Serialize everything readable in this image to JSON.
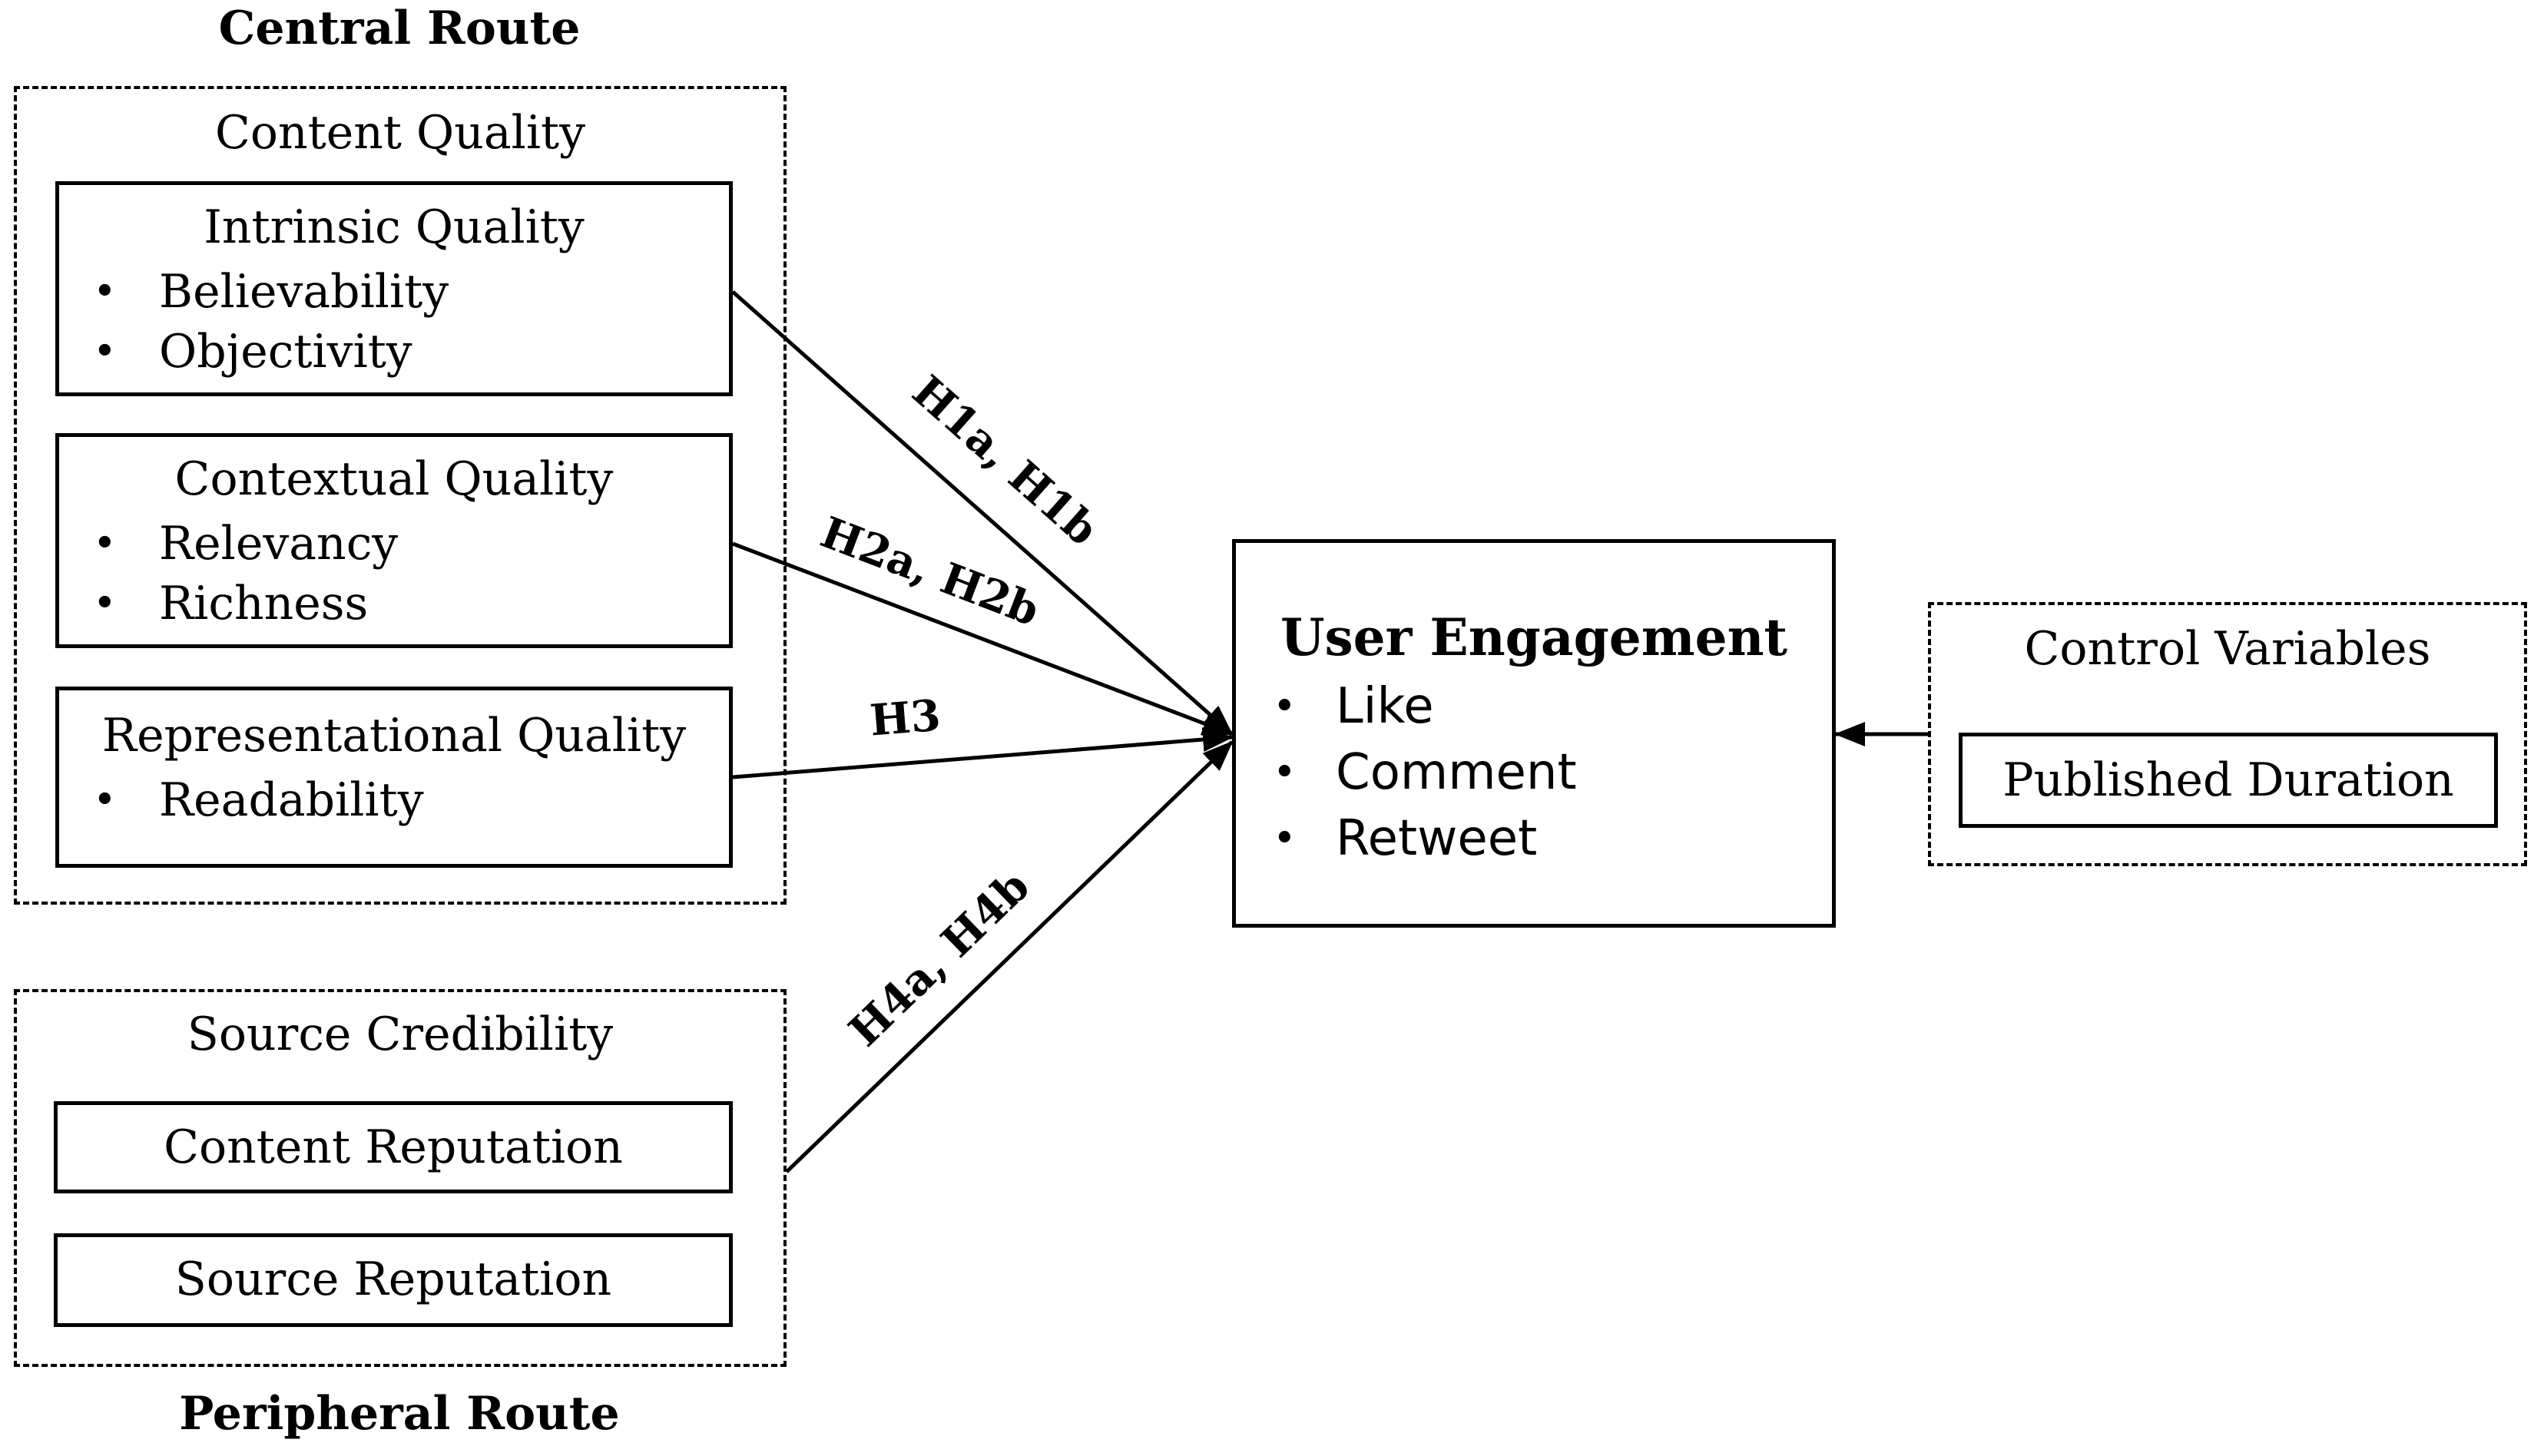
{
  "central_route": {
    "label": "Central Route",
    "group_title": "Content Quality",
    "intrinsic": {
      "title": "Intrinsic Quality",
      "items": [
        "Believability",
        "Objectivity"
      ]
    },
    "contextual": {
      "title": "Contextual Quality",
      "items": [
        "Relevancy",
        "Richness"
      ]
    },
    "representational": {
      "title": "Representational Quality",
      "items": [
        "Readability"
      ]
    }
  },
  "peripheral_route": {
    "label": "Peripheral Route",
    "group_title": "Source Credibility",
    "content_reputation": "Content Reputation",
    "source_reputation": "Source Reputation"
  },
  "user_engagement": {
    "title": "User Engagement",
    "items": [
      "Like",
      "Comment",
      "Retweet"
    ]
  },
  "control_variables": {
    "title": "Control Variables",
    "published_duration": "Published Duration"
  },
  "hypotheses": {
    "h1": "H1a, H1b",
    "h2": "H2a, H2b",
    "h3": "H3",
    "h4": "H4a, H4b"
  }
}
